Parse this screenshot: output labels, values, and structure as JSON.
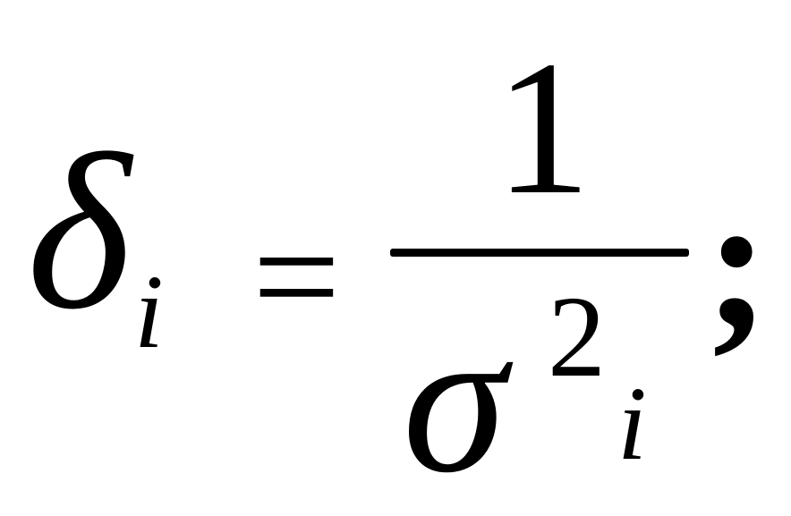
{
  "formula": {
    "lhs_symbol": "δ",
    "lhs_subscript": "i",
    "relation": "=",
    "numerator": "1",
    "denominator_symbol": "σ",
    "denominator_superscript": "2",
    "denominator_subscript": "i",
    "terminator": ";"
  }
}
